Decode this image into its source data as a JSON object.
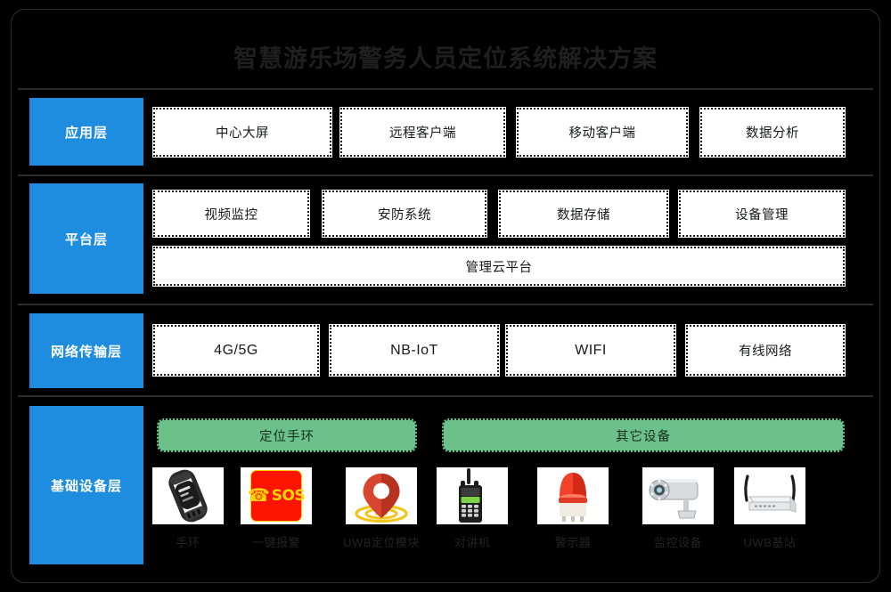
{
  "title": "智慧游乐场警务人员定位系统解决方案",
  "colors": {
    "background": "#000000",
    "layer_blue": "#1e8de0",
    "group_green": "#6cc18a",
    "chip_white": "#ffffff",
    "title_text": "#1f1f1f",
    "divider": "#2b2b2b"
  },
  "layers": [
    {
      "label": "应用层",
      "items": [
        "中心大屏",
        "远程客户端",
        "移动客户端",
        "数据分析"
      ]
    },
    {
      "label": "平台层",
      "items": [
        "视频监控",
        "安防系统",
        "数据存储",
        "设备管理"
      ],
      "full_width_item": "管理云平台"
    },
    {
      "label": "网络传输层",
      "items": [
        "4G/5G",
        "NB-IoT",
        "WIFI",
        "有线网络"
      ]
    },
    {
      "label": "基础设备层",
      "groups": [
        {
          "header": "定位手环",
          "devices": [
            {
              "label": "手环",
              "icon": "smart-wristband-icon"
            },
            {
              "label": "一键报警",
              "icon": "sos-alarm-icon"
            },
            {
              "label": "UWB定位模块",
              "icon": "uwb-location-pin-icon"
            }
          ]
        },
        {
          "header": "其它设备",
          "devices": [
            {
              "label": "对讲机",
              "icon": "walkie-talkie-icon"
            },
            {
              "label": "警示器",
              "icon": "warning-beacon-icon"
            },
            {
              "label": "监控设备",
              "icon": "surveillance-camera-icon"
            },
            {
              "label": "UWB基站",
              "icon": "uwb-base-station-icon"
            }
          ]
        }
      ]
    }
  ]
}
